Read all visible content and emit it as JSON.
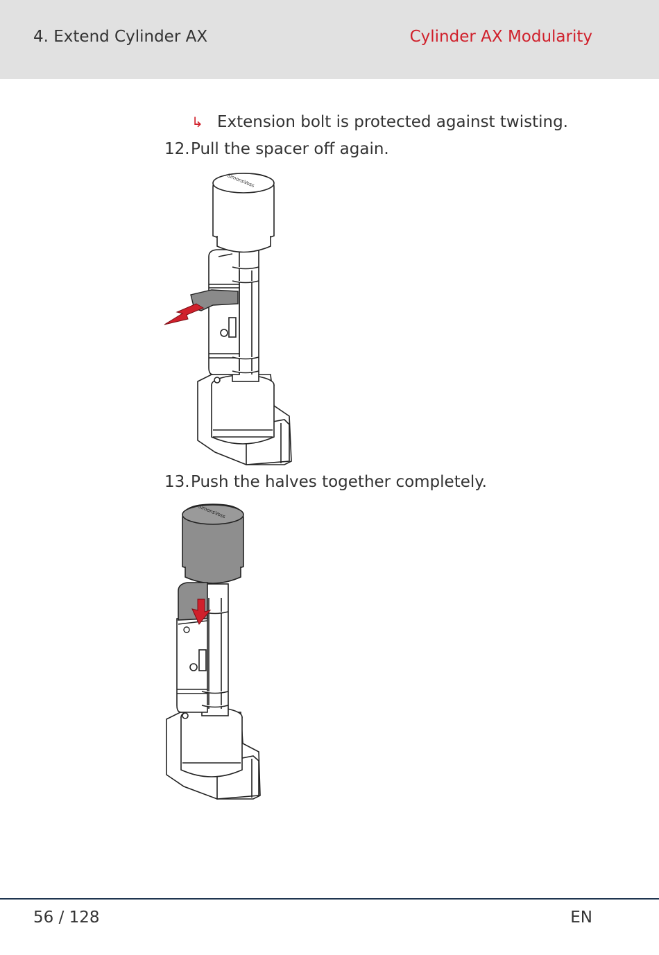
{
  "header": {
    "section": "4. Extend Cylinder AX",
    "title": "Cylinder AX Modularity"
  },
  "content": {
    "result_arrow": "↳",
    "result_text": "Extension bolt is protected against twisting.",
    "steps": [
      {
        "number": "12.",
        "text": "Pull the spacer off again."
      },
      {
        "number": "13.",
        "text": "Push the halves together completely."
      }
    ],
    "figures": [
      {
        "brand_mark": "SimonsVoss"
      },
      {
        "brand_mark": "SimonsVoss"
      }
    ]
  },
  "footer": {
    "page": "56 / 128",
    "language": "EN"
  },
  "colors": {
    "accent": "#d0202b",
    "header_bg": "#e1e1e1",
    "rule": "#1f3550"
  }
}
